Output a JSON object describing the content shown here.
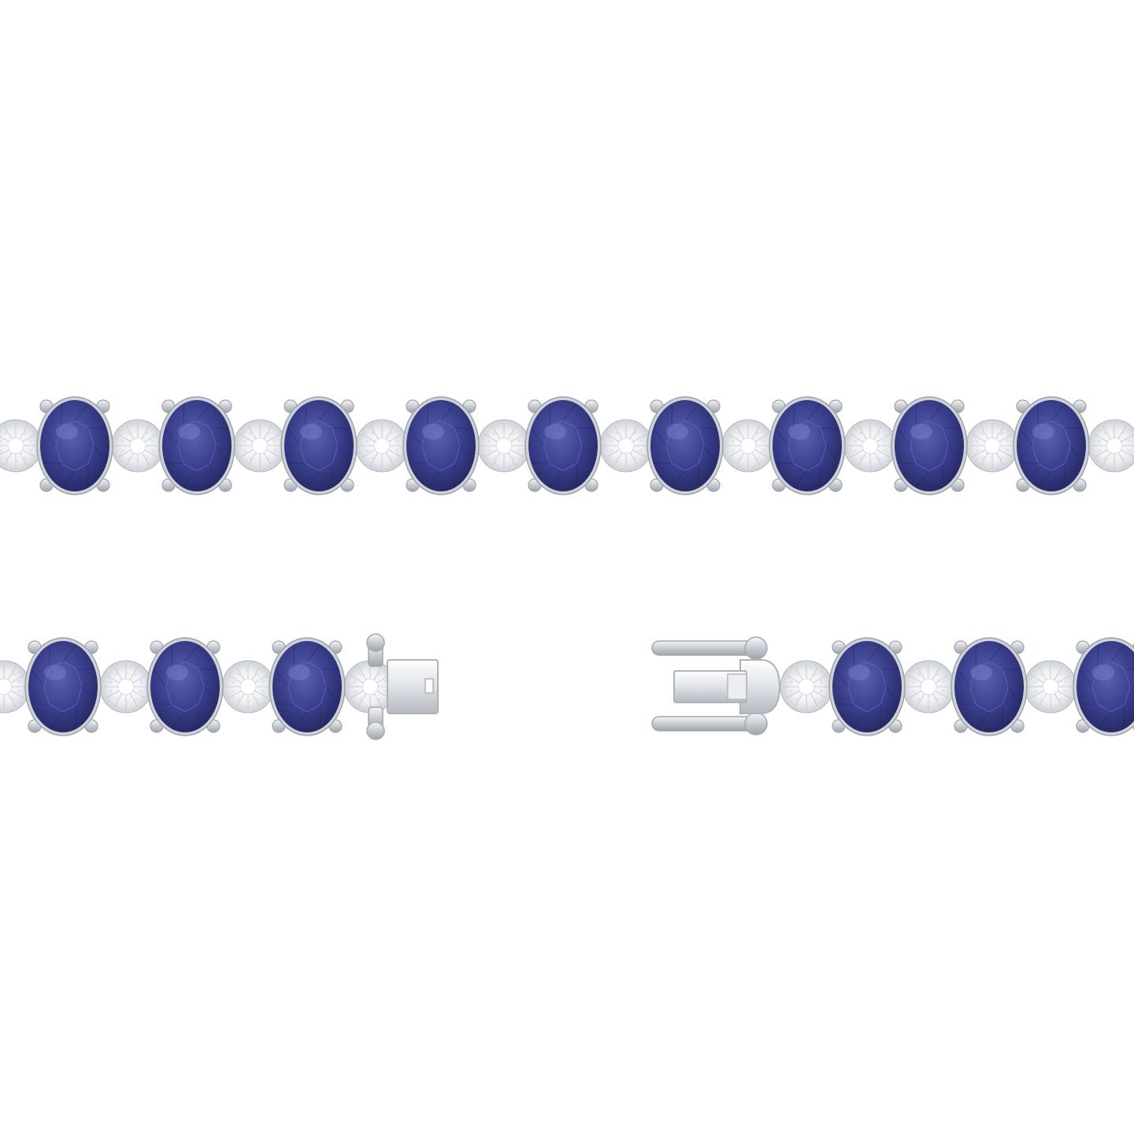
{
  "image": {
    "background_color": "#ffffff",
    "metal_color": "#d9dce0",
    "sapphire_color": "#3a3f8c",
    "diamond_color": "#eef0f3"
  },
  "rows": [
    {
      "sapphire_count": 9,
      "diamond_count": 10
    },
    {
      "left_segment": {
        "sapphire_count": 3,
        "diamond_count": 4
      },
      "right_segment": {
        "sapphire_count": 3,
        "diamond_count": 3
      }
    }
  ]
}
